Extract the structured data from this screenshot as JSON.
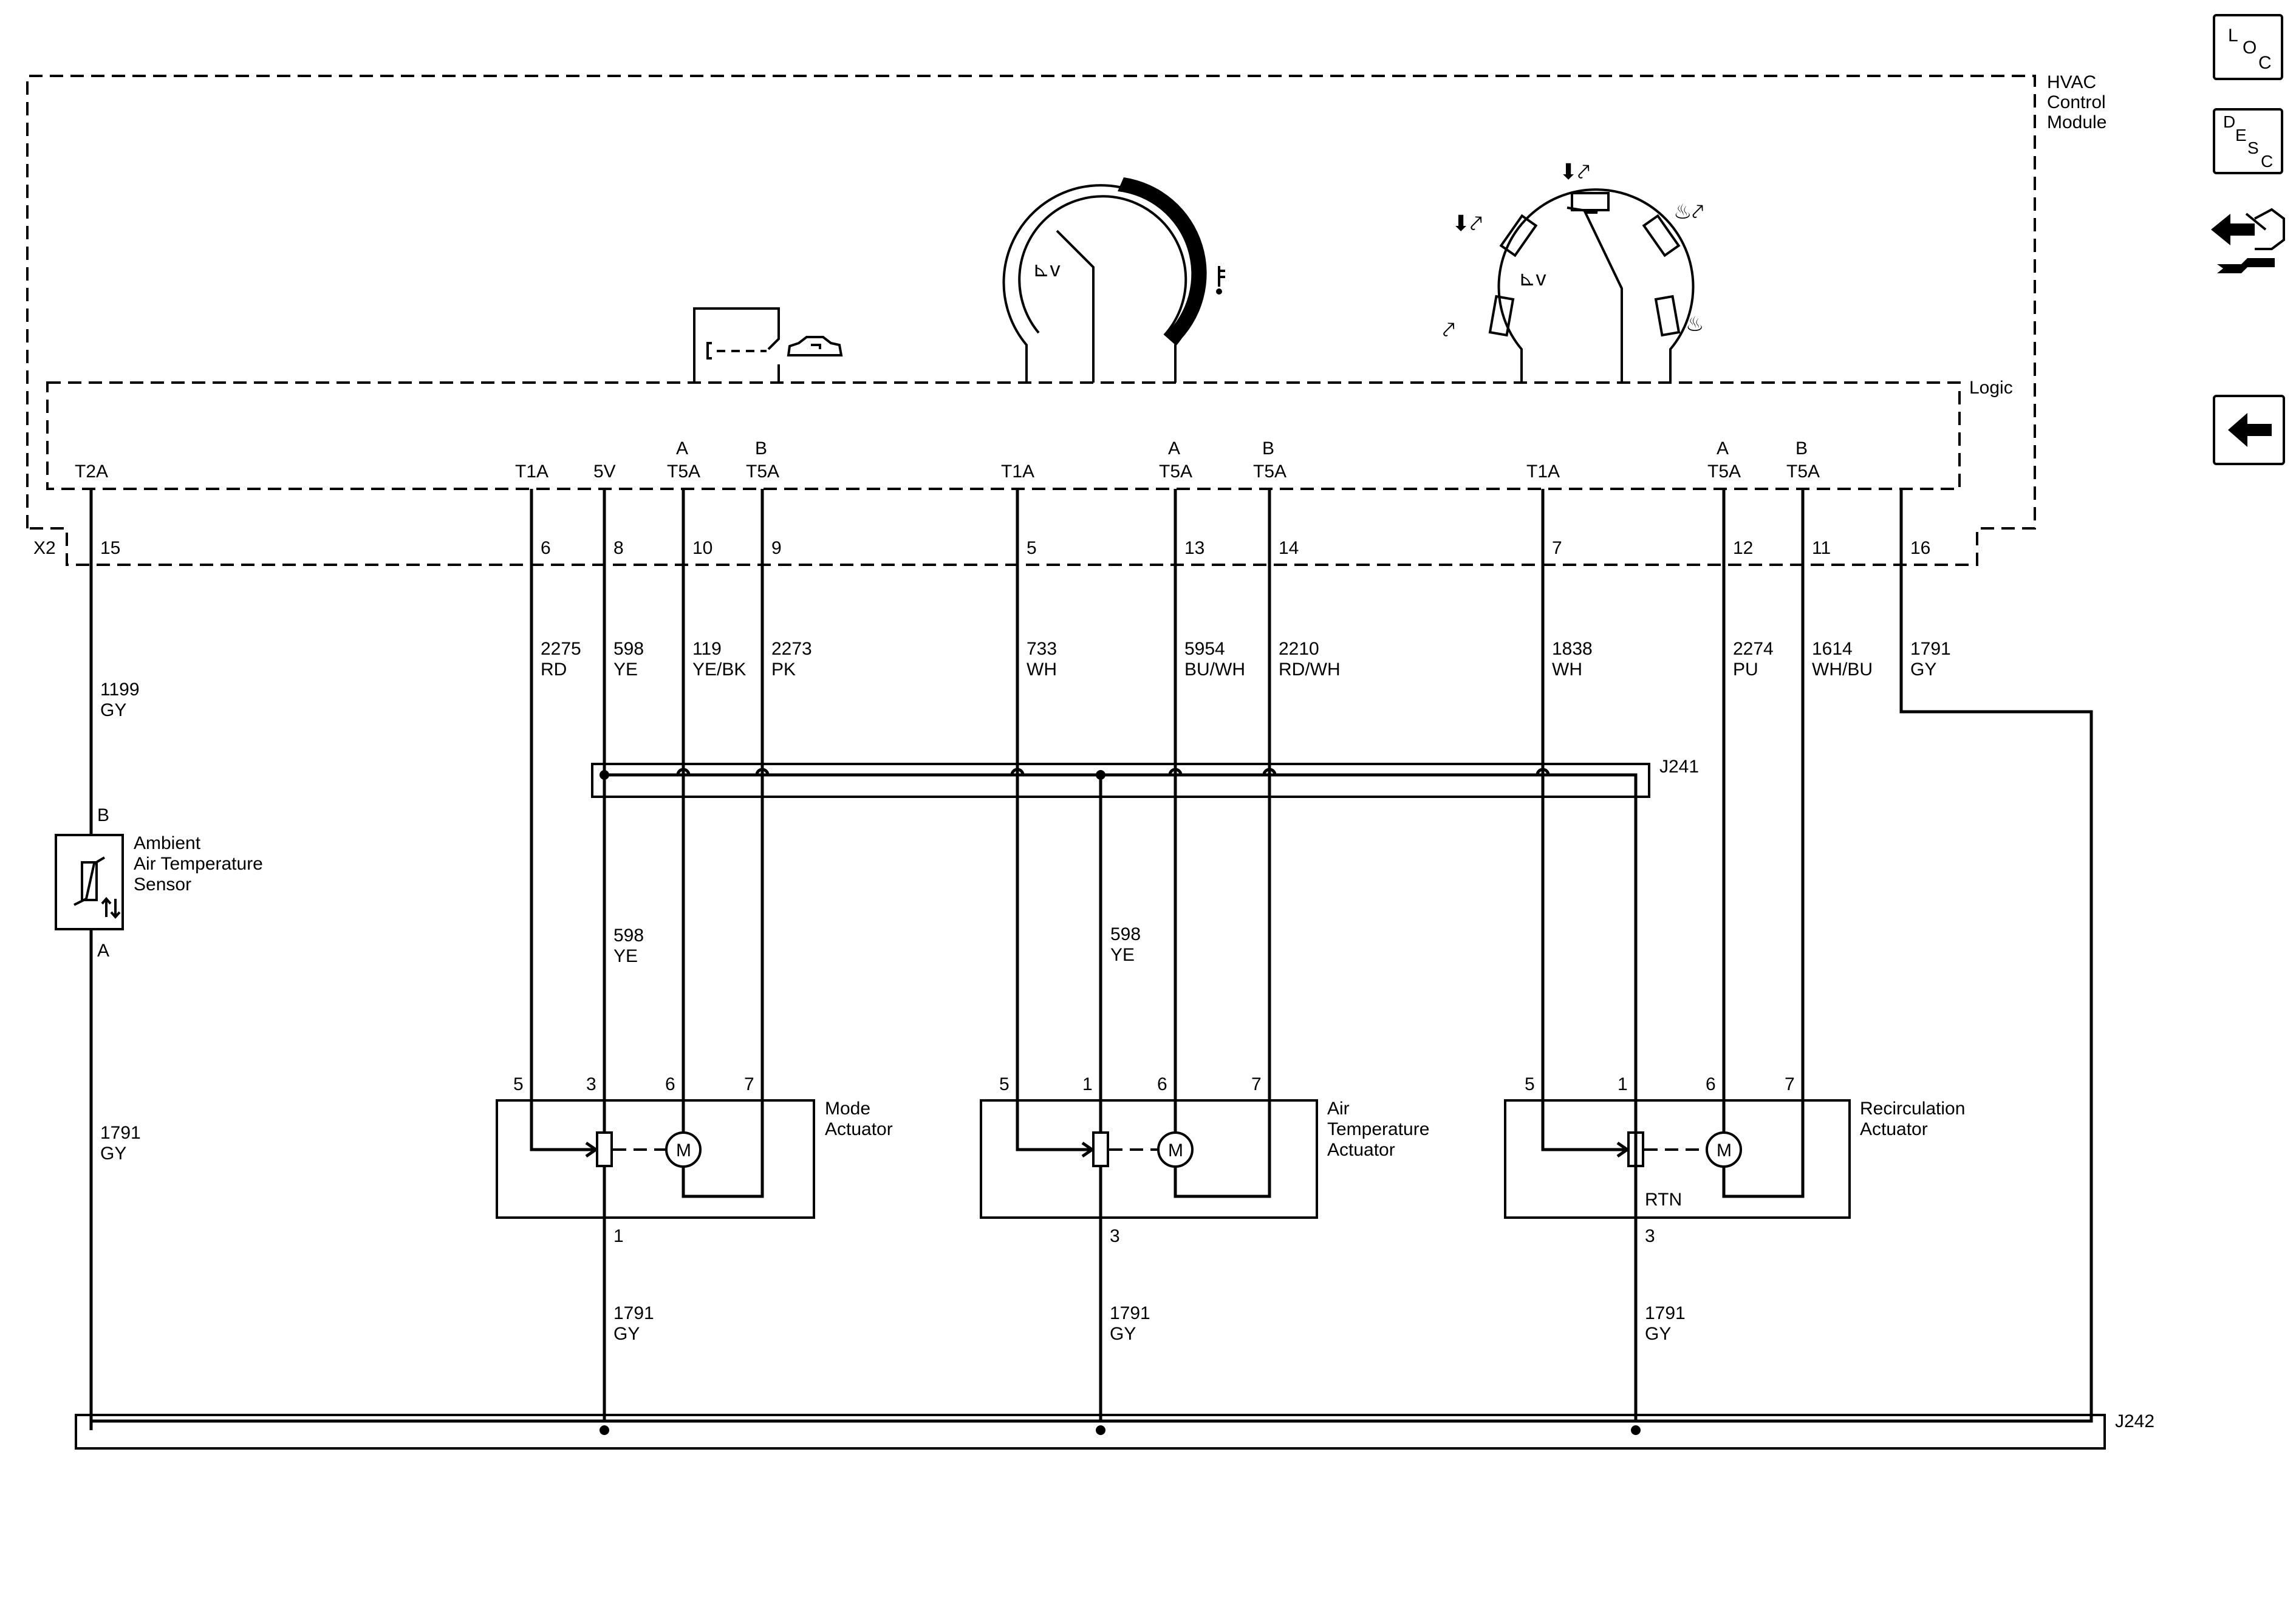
{
  "module": {
    "name_lines": [
      "HVAC",
      "Control",
      "Module"
    ],
    "logic_label": "Logic",
    "connector": "X2"
  },
  "sensor": {
    "name_lines": [
      "Ambient",
      "Air Temperature",
      "Sensor"
    ],
    "pin_b": "B",
    "pin_a": "A"
  },
  "module_pins": [
    {
      "id": "p15",
      "tag_top": "",
      "tag": "T2A",
      "pin": "15",
      "wire": "1199",
      "color": "GY"
    },
    {
      "id": "p6",
      "tag_top": "",
      "tag": "T1A",
      "pin": "6",
      "wire": "2275",
      "color": "RD"
    },
    {
      "id": "p8",
      "tag_top": "",
      "tag": "5V",
      "pin": "8",
      "wire": "598",
      "color": "YE"
    },
    {
      "id": "p10",
      "tag_top": "A",
      "tag": "T5A",
      "pin": "10",
      "wire": "119",
      "color": "YE/BK"
    },
    {
      "id": "p9",
      "tag_top": "B",
      "tag": "T5A",
      "pin": "9",
      "wire": "2273",
      "color": "PK"
    },
    {
      "id": "p5",
      "tag_top": "",
      "tag": "T1A",
      "pin": "5",
      "wire": "733",
      "color": "WH"
    },
    {
      "id": "p13",
      "tag_top": "A",
      "tag": "T5A",
      "pin": "13",
      "wire": "5954",
      "color": "BU/WH"
    },
    {
      "id": "p14",
      "tag_top": "B",
      "tag": "T5A",
      "pin": "14",
      "wire": "2210",
      "color": "RD/WH"
    },
    {
      "id": "p7",
      "tag_top": "",
      "tag": "T1A",
      "pin": "7",
      "wire": "1838",
      "color": "WH"
    },
    {
      "id": "p12",
      "tag_top": "A",
      "tag": "T5A",
      "pin": "12",
      "wire": "2274",
      "color": "PU"
    },
    {
      "id": "p11",
      "tag_top": "B",
      "tag": "T5A",
      "pin": "11",
      "wire": "1614",
      "color": "WH/BU"
    },
    {
      "id": "p16",
      "tag_top": "",
      "tag": "",
      "pin": "16",
      "wire": "1791",
      "color": "GY"
    }
  ],
  "splices": {
    "upper": "J241",
    "lower": "J242",
    "feed_wire": "598",
    "feed_color": "YE"
  },
  "actuators": [
    {
      "id": "mode",
      "name_lines": [
        "Mode",
        "Actuator"
      ],
      "pins_top": [
        "5",
        "3",
        "6",
        "7"
      ],
      "pin_bottom": "1",
      "rtn": "",
      "feed": false,
      "ground_wire": "1791",
      "ground_color": "GY",
      "motor": "M"
    },
    {
      "id": "airtemp",
      "name_lines": [
        "Air",
        "Temperature",
        "Actuator"
      ],
      "pins_top": [
        "5",
        "1",
        "6",
        "7"
      ],
      "pin_bottom": "3",
      "rtn": "",
      "feed": true,
      "ground_wire": "1791",
      "ground_color": "GY",
      "motor": "M"
    },
    {
      "id": "recirc",
      "name_lines": [
        "Recirculation",
        "Actuator"
      ],
      "pins_top": [
        "5",
        "1",
        "6",
        "7"
      ],
      "pin_bottom": "3",
      "rtn": "RTN",
      "feed": false,
      "ground_wire": "1791",
      "ground_color": "GY",
      "motor": "M"
    }
  ],
  "nav": {
    "loc_letters": [
      "L",
      "O",
      "C"
    ],
    "desc_letters": [
      "D",
      "E",
      "S",
      "C"
    ],
    "icons": [
      "loc-icon",
      "desc-icon",
      "connector-repair-icon",
      "back-arrow-icon"
    ]
  }
}
